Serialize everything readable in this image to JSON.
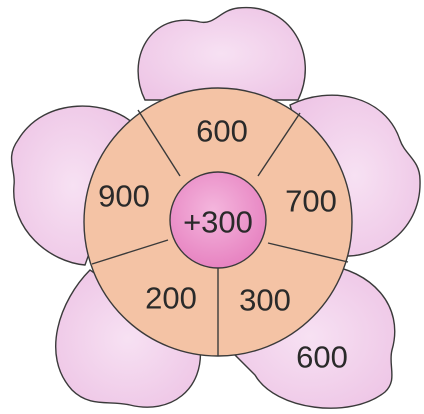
{
  "puzzle": {
    "center": "+300",
    "segments": {
      "top": "600",
      "right": "700",
      "bottom_right": "300",
      "bottom_left": "200",
      "left": "900"
    },
    "petal_answer": "600"
  },
  "colors": {
    "petal_fill": "#f0cbe9",
    "petal_fill_light": "#f7e1f3",
    "ring_fill": "#f4c3a5",
    "center_fill": "#ec8fc8",
    "center_fill_light": "#f4b6dd"
  }
}
